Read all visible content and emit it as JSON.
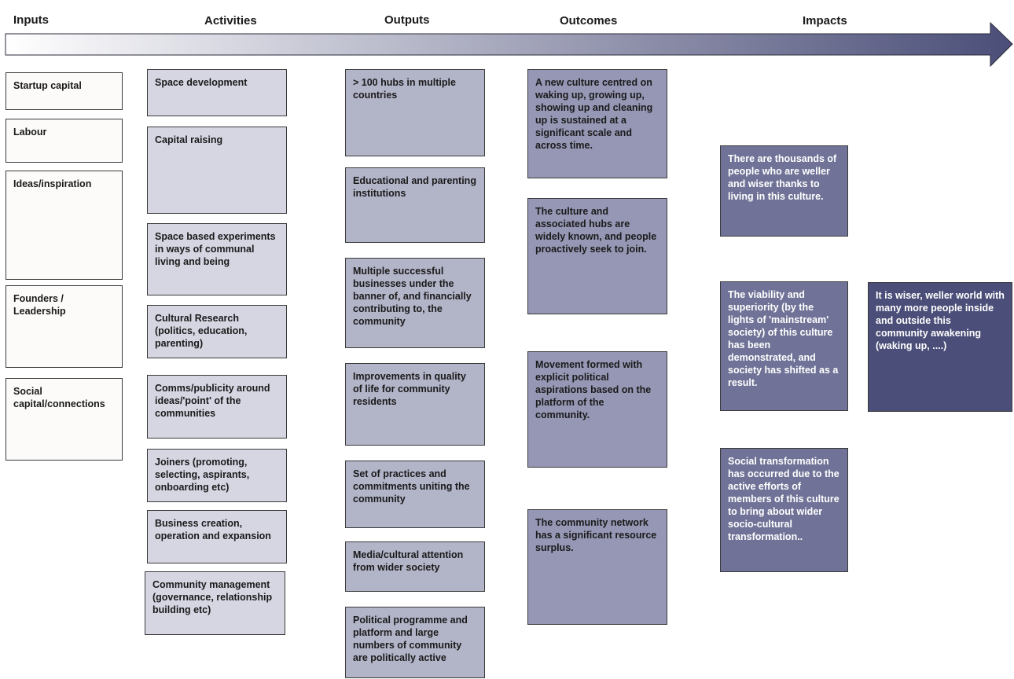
{
  "headers": {
    "inputs": "Inputs",
    "activities": "Activities",
    "outputs": "Outputs",
    "outcomes": "Outcomes",
    "impacts": "Impacts"
  },
  "colors": {
    "arrow_start": "#ffffff",
    "arrow_end": "#4b4e78",
    "inputs_fill": "#fcfbfa",
    "activities_fill": "#d6d6e3",
    "outputs_fill": "#b2b4c8",
    "outcomes_fill": "#9597b4",
    "impacts_fill": "#707397",
    "final_impact_fill": "#4b4e78"
  },
  "inputs": [
    "Startup capital",
    "Labour",
    "Ideas/inspiration",
    "Founders / Leadership",
    "Social capital/connections"
  ],
  "activities": [
    "Space development",
    "Capital raising",
    "Space based experiments in ways of communal living and being",
    "Cultural Research (politics, education, parenting)",
    "Comms/publicity around ideas/'point' of the communities",
    "Joiners (promoting, selecting, aspirants, onboarding etc)",
    "Business creation, operation and expansion",
    "Community management (governance, relationship building etc)"
  ],
  "outputs": [
    "> 100 hubs in multiple countries",
    "Educational and parenting institutions",
    "Multiple successful businesses under the banner of, and financially contributing to, the community",
    "Improvements in quality of life for community residents",
    "Set of practices and commitments uniting the community",
    "Media/cultural attention from wider society",
    "Political programme and platform and large numbers of community are politically active"
  ],
  "outcomes": [
    "A new culture centred on waking up, growing up, showing up and cleaning up is sustained at a significant scale and across time.",
    "The culture and associated hubs are widely known, and people proactively seek to join.",
    "Movement formed with explicit political aspirations based on the platform of the community.",
    "The community network has a significant resource surplus."
  ],
  "impacts": [
    "There are thousands of people who are weller and wiser thanks to living in this culture.",
    "The viability and superiority (by the lights of 'mainstream' society) of this culture has been demonstrated, and society has shifted as a result.",
    "Social transformation has occurred due to the active efforts of members of this culture to bring about wider socio-cultural transformation.."
  ],
  "final_impact": "It is wiser, weller world with many more people inside and outside this community awakening (waking up, ....)"
}
